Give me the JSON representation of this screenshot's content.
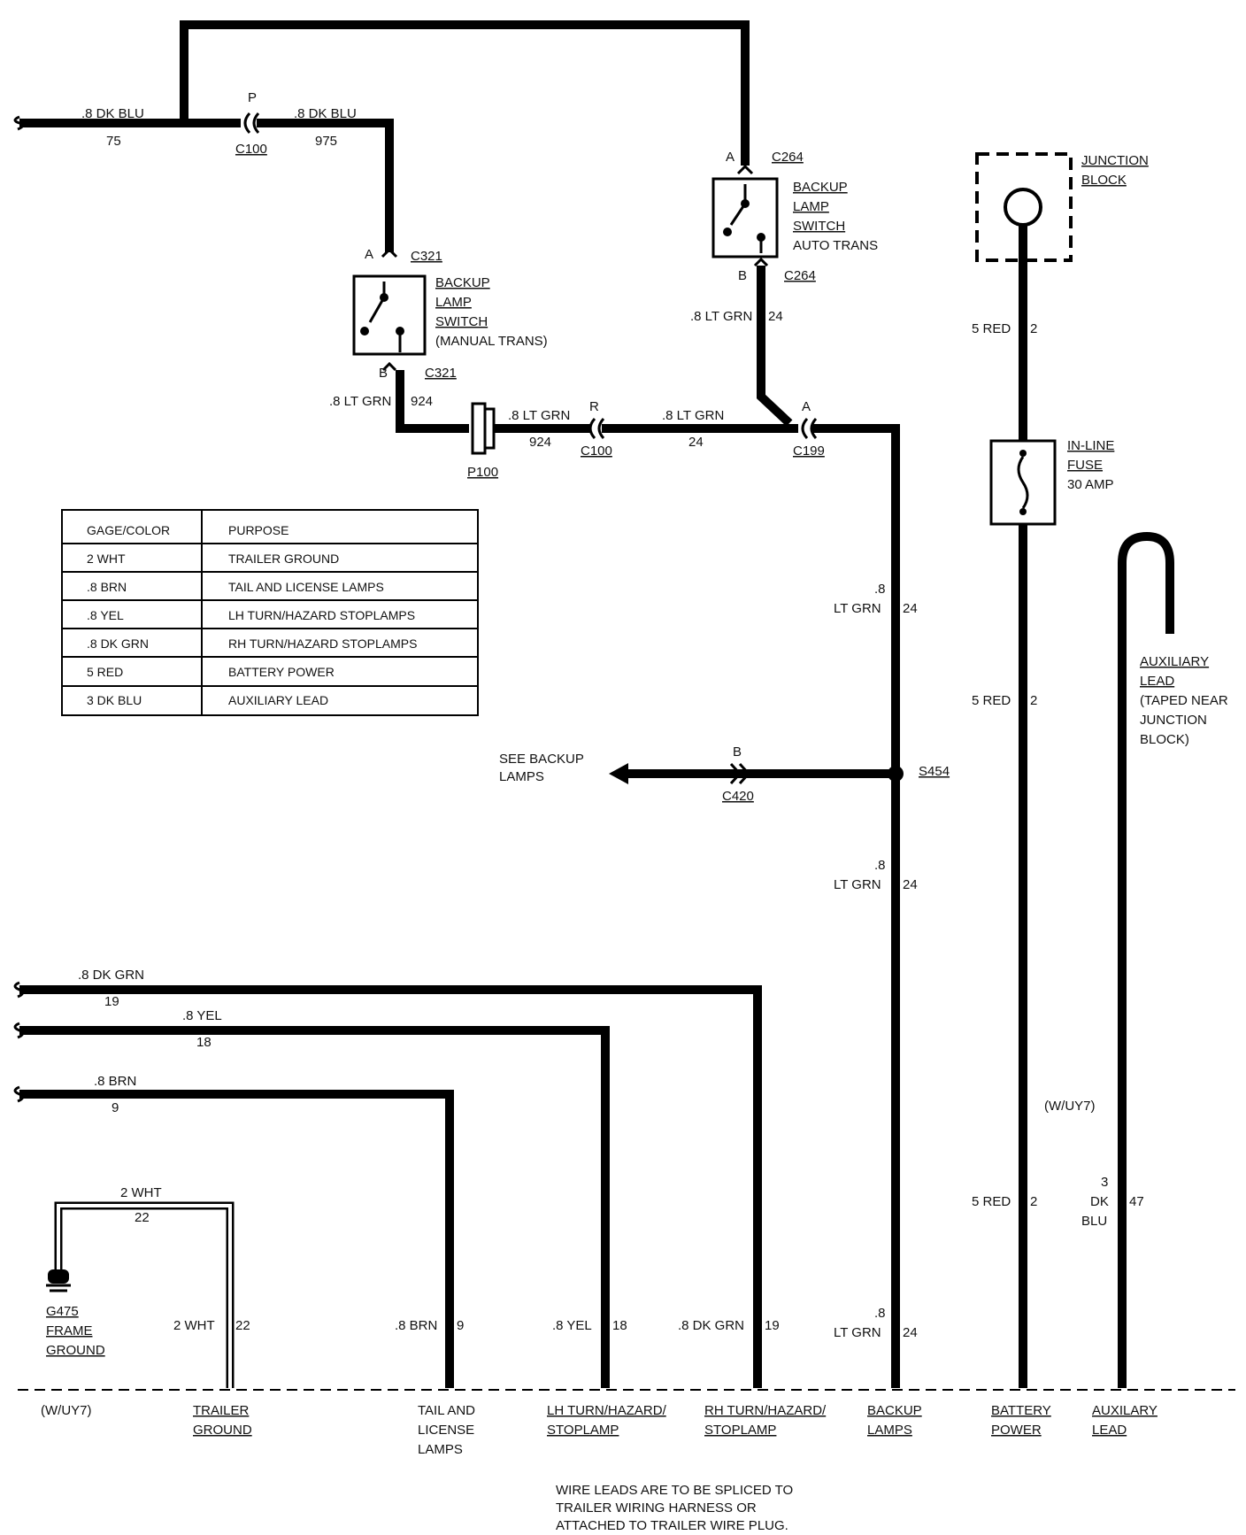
{
  "wires": {
    "w75_gauge": ".8 DK BLU",
    "w75_circuit": "75",
    "w975_gauge": ".8 DK BLU",
    "w975_circuit": "975",
    "w924_gauge": ".8 LT GRN",
    "w924_circuit": "924",
    "w924b_gauge": ".8 LT GRN",
    "w924b_circuit": "924",
    "w24a_gauge": ".8 LT GRN",
    "w24a_circuit": "24",
    "w24b_gauge": ".8 LT GRN",
    "w24b_circuit": "24",
    "w24c_gauge_top": ".8",
    "w24c_gauge_bot": "LT GRN",
    "w24c_circuit": "24",
    "w24d_gauge_top": ".8",
    "w24d_gauge_bot": "LT GRN",
    "w24d_circuit": "24",
    "w24e_gauge_top": ".8",
    "w24e_gauge_bot": "LT GRN",
    "w24e_circuit": "24",
    "w2a_gauge": "5 RED",
    "w2a_circuit": "2",
    "w2b_gauge": "5 RED",
    "w2b_circuit": "2",
    "w2c_gauge": "5 RED",
    "w2c_circuit": "2",
    "w47_top": "3",
    "w47_mid": "DK",
    "w47_bot": "BLU",
    "w47_circuit": "47",
    "w19_gauge": ".8 DK GRN",
    "w19_circuit": "19",
    "w18_gauge": ".8 YEL",
    "w18_circuit": "18",
    "w9_gauge": ".8 BRN",
    "w9_circuit": "9",
    "w22_gauge": "2 WHT",
    "w22_circuit": "22",
    "v22_gauge": "2 WHT",
    "v22_circuit": "22",
    "v9_gauge": ".8 BRN",
    "v9_circuit": "9",
    "v18_gauge": ".8 YEL",
    "v18_circuit": "18",
    "v19_gauge": ".8 DK GRN",
    "v19_circuit": "19"
  },
  "connectors": {
    "c100_top_pin": "P",
    "c100_top": "C100",
    "c100_bot_pin": "R",
    "c100_bot": "C100",
    "c321_top_pin": "A",
    "c321_top": "C321",
    "c321_bot_pin": "B",
    "c321_bot": "C321",
    "c264_top_pin": "A",
    "c264_top": "C264",
    "c264_bot_pin": "B",
    "c264_bot": "C264",
    "c199_pin": "A",
    "c199": "C199",
    "p100": "P100",
    "c420_pin": "B",
    "c420": "C420",
    "s454": "S454",
    "g475_a": "G475",
    "g475_b": "FRAME",
    "g475_c": "GROUND"
  },
  "components": {
    "manual_switch": [
      "BACKUP",
      "LAMP",
      "SWITCH",
      "(MANUAL TRANS)"
    ],
    "auto_switch": [
      "BACKUP",
      "LAMP",
      "SWITCH",
      "AUTO TRANS"
    ],
    "junction_block": [
      "JUNCTION",
      "BLOCK"
    ],
    "fuse": [
      "IN-LINE",
      "FUSE",
      "30 AMP"
    ],
    "aux_lead": [
      "AUXILIARY",
      "LEAD",
      "(TAPED NEAR",
      "JUNCTION",
      "BLOCK)"
    ],
    "see_backup": [
      "SEE BACKUP",
      "LAMPS"
    ],
    "option_wuy7_a": "(W/UY7)",
    "option_wuy7_b": "(W/UY7)"
  },
  "legend_table": {
    "headers": [
      "GAGE/COLOR",
      "PURPOSE"
    ],
    "rows": [
      [
        "2 WHT",
        "TRAILER GROUND"
      ],
      [
        ".8 BRN",
        "TAIL AND LICENSE LAMPS"
      ],
      [
        ".8 YEL",
        "LH TURN/HAZARD STOPLAMPS"
      ],
      [
        ".8 DK GRN",
        "RH TURN/HAZARD STOPLAMPS"
      ],
      [
        "5 RED",
        "BATTERY POWER"
      ],
      [
        "3 DK BLU",
        "AUXILIARY LEAD"
      ]
    ]
  },
  "bottom_labels": {
    "trailer_ground": [
      "TRAILER",
      "GROUND"
    ],
    "tail_license": [
      "TAIL AND",
      "LICENSE",
      "LAMPS"
    ],
    "lh_turn": [
      "LH TURN/HAZARD/",
      "STOPLAMP"
    ],
    "rh_turn": [
      "RH TURN/HAZARD/",
      "STOPLAMP"
    ],
    "backup": [
      "BACKUP",
      "LAMPS"
    ],
    "battery": [
      "BATTERY",
      "POWER"
    ],
    "auxilary": [
      "AUXILARY",
      "LEAD"
    ]
  },
  "note": [
    "WIRE LEADS ARE TO BE SPLICED TO",
    "TRAILER WIRING HARNESS OR",
    "ATTACHED TO TRAILER WIRE PLUG."
  ]
}
